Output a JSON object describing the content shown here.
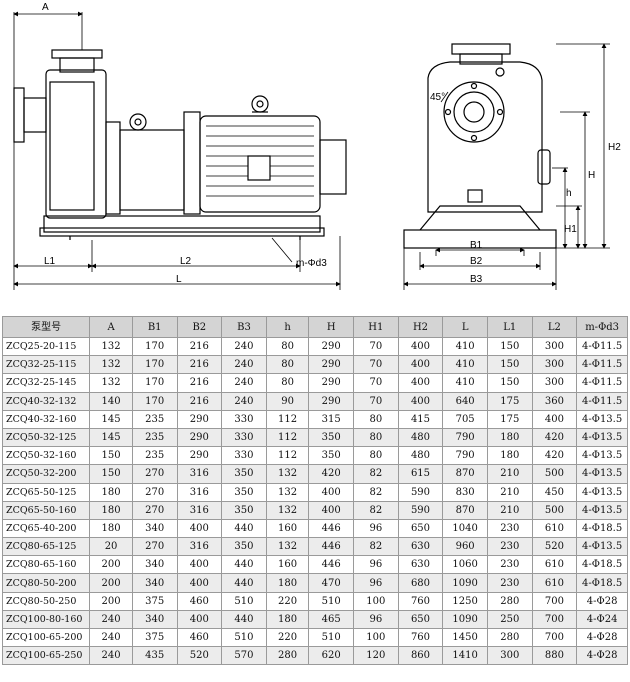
{
  "drawing": {
    "labels": {
      "A": "A",
      "L1": "L1",
      "L2": "L2",
      "L": "L",
      "m_phi_d3": "m-Φd3",
      "angle": "45°",
      "H": "H",
      "H1": "H1",
      "H2": "H2",
      "h": "h",
      "B1": "B1",
      "B2": "B2",
      "B3": "B3"
    }
  },
  "table": {
    "headers": [
      "泵型号",
      "A",
      "B1",
      "B2",
      "B3",
      "h",
      "H",
      "H1",
      "H2",
      "L",
      "L1",
      "L2",
      "m-Φd3"
    ],
    "rows": [
      [
        "ZCQ25-20-115",
        "132",
        "170",
        "216",
        "240",
        "80",
        "290",
        "70",
        "400",
        "410",
        "150",
        "300",
        "4-Φ11.5"
      ],
      [
        "ZCQ32-25-115",
        "132",
        "170",
        "216",
        "240",
        "80",
        "290",
        "70",
        "400",
        "410",
        "150",
        "300",
        "4-Φ11.5"
      ],
      [
        "ZCQ32-25-145",
        "132",
        "170",
        "216",
        "240",
        "80",
        "290",
        "70",
        "400",
        "410",
        "150",
        "300",
        "4-Φ11.5"
      ],
      [
        "ZCQ40-32-132",
        "140",
        "170",
        "216",
        "240",
        "90",
        "290",
        "70",
        "400",
        "640",
        "175",
        "360",
        "4-Φ11.5"
      ],
      [
        "ZCQ40-32-160",
        "145",
        "235",
        "290",
        "330",
        "112",
        "315",
        "80",
        "415",
        "705",
        "175",
        "400",
        "4-Φ13.5"
      ],
      [
        "ZCQ50-32-125",
        "145",
        "235",
        "290",
        "330",
        "112",
        "350",
        "80",
        "480",
        "790",
        "180",
        "420",
        "4-Φ13.5"
      ],
      [
        "ZCQ50-32-160",
        "150",
        "235",
        "290",
        "330",
        "112",
        "350",
        "80",
        "480",
        "790",
        "180",
        "420",
        "4-Φ13.5"
      ],
      [
        "ZCQ50-32-200",
        "150",
        "270",
        "316",
        "350",
        "132",
        "420",
        "82",
        "615",
        "870",
        "210",
        "500",
        "4-Φ13.5"
      ],
      [
        "ZCQ65-50-125",
        "180",
        "270",
        "316",
        "350",
        "132",
        "400",
        "82",
        "590",
        "830",
        "210",
        "450",
        "4-Φ13.5"
      ],
      [
        "ZCQ65-50-160",
        "180",
        "270",
        "316",
        "350",
        "132",
        "400",
        "82",
        "590",
        "870",
        "210",
        "500",
        "4-Φ13.5"
      ],
      [
        "ZCQ65-40-200",
        "180",
        "340",
        "400",
        "440",
        "160",
        "446",
        "96",
        "650",
        "1040",
        "230",
        "610",
        "4-Φ18.5"
      ],
      [
        "ZCQ80-65-125",
        "20",
        "270",
        "316",
        "350",
        "132",
        "446",
        "82",
        "630",
        "960",
        "230",
        "520",
        "4-Φ13.5"
      ],
      [
        "ZCQ80-65-160",
        "200",
        "340",
        "400",
        "440",
        "160",
        "446",
        "96",
        "630",
        "1060",
        "230",
        "610",
        "4-Φ18.5"
      ],
      [
        "ZCQ80-50-200",
        "200",
        "340",
        "400",
        "440",
        "180",
        "470",
        "96",
        "680",
        "1090",
        "230",
        "610",
        "4-Φ18.5"
      ],
      [
        "ZCQ80-50-250",
        "200",
        "375",
        "460",
        "510",
        "220",
        "510",
        "100",
        "760",
        "1250",
        "280",
        "700",
        "4-Φ28"
      ],
      [
        "ZCQ100-80-160",
        "240",
        "340",
        "400",
        "440",
        "180",
        "465",
        "96",
        "650",
        "1090",
        "250",
        "700",
        "4-Φ24"
      ],
      [
        "ZCQ100-65-200",
        "240",
        "375",
        "460",
        "510",
        "220",
        "510",
        "100",
        "760",
        "1450",
        "280",
        "700",
        "4-Φ28"
      ],
      [
        "ZCQ100-65-250",
        "240",
        "435",
        "520",
        "570",
        "280",
        "620",
        "120",
        "860",
        "1410",
        "300",
        "880",
        "4-Φ28"
      ]
    ]
  }
}
